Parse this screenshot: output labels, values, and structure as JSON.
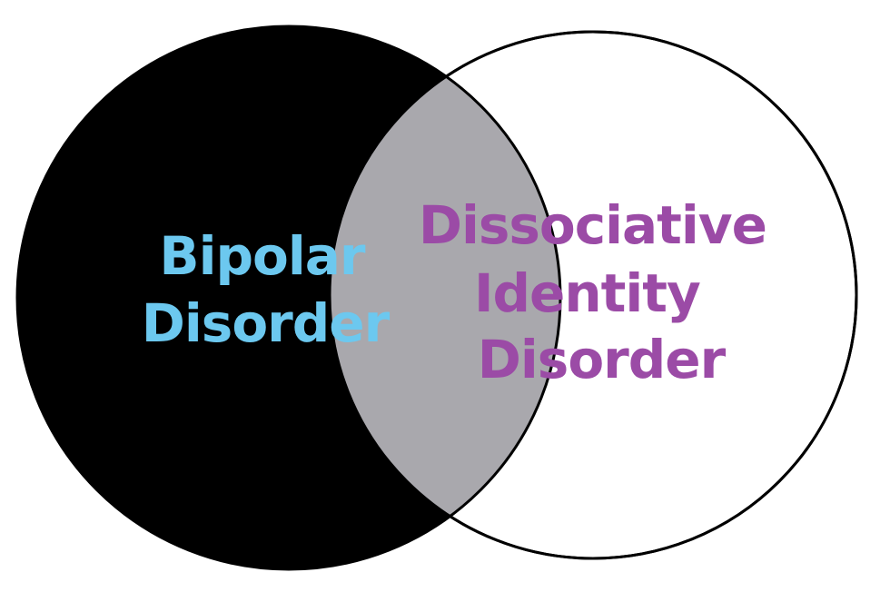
{
  "diagram": {
    "type": "venn",
    "colors": {
      "background": "#ffffff",
      "left_circle_fill": "#000000",
      "right_circle_fill": "#ffffff",
      "overlap_fill": "#a9a8ad",
      "outline": "#000000",
      "left_label_color": "#6cc8ef",
      "right_label_color": "#9b4ba6"
    },
    "left_set": {
      "label_lines": [
        "Bipolar",
        "Disorder"
      ]
    },
    "right_set": {
      "label_lines": [
        "Dissociative",
        "Identity",
        "Disorder"
      ]
    }
  }
}
